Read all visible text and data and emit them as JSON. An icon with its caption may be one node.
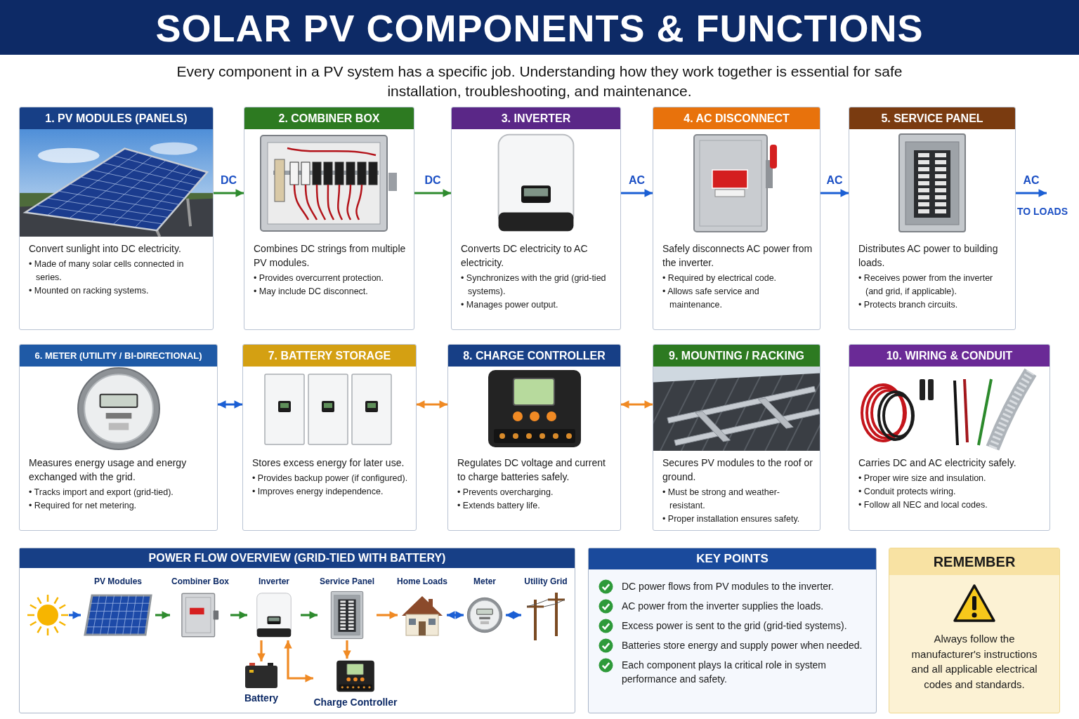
{
  "diagram": {
    "title": "SOLAR PV COMPONENTS & FUNCTIONS",
    "nodes": [
      {
        "text": [
          "1. PV MODULES (PANELS)",
          "Convert sunlight into DC electricity.",
          "• Made of many solar cells connected in series.",
          "• Mounted on racking systems."
        ]
      },
      {
        "text": [
          "2. COMBINER BOX",
          "Combines DC strings from multiple PV modules.",
          "• Provides overcurrent protection.",
          "• May include DC disconnect."
        ]
      },
      {
        "text": [
          "3. INVERTER",
          "Converts DC electricity to AC electricity.",
          "• Synchronizes with the grid (grid-tied systems).",
          "• Manages power output."
        ]
      },
      {
        "text": [
          "4. AC DISCONNECT",
          "Safely disconnects AC power from the inverter.",
          "• Required by electrical code.",
          "• Allows safe service and maintenance."
        ]
      },
      {
        "text": [
          "5. SERVICE PANEL",
          "Distributes AC power to building loads.",
          "• Receives power from the inverter (and grid, if applicable).",
          "• Protects branch circuits."
        ]
      },
      {
        "text": [
          "6. METER (UTILITY / BI-DIRECTIONAL)",
          "Measures energy usage and energy exchanged with the grid.",
          "• Tracks import and export (grid-tied).",
          "• Required for net metering."
        ]
      },
      {
        "text": [
          "7. BATTERY STORAGE",
          "Stores excess energy for later use.",
          "• Provides backup power (if configured).",
          "• Improves energy independence."
        ]
      },
      {
        "text": [
          "8. CHARGE CONTROLLER",
          "Regulates DC voltage and current to charge batteries safely.",
          "• Prevents overcharging.",
          "• Extends battery life."
        ]
      },
      {
        "text": [
          "9. MOUNTING / RACKING",
          "Secures PV modules to the roof or ground.",
          "• Must be strong and weather-resistant.",
          "• Proper installation ensures safety."
        ]
      },
      {
        "text": [
          "10. WIRING & CONDUIT",
          "Carries DC and AC electricity safely.",
          "• Proper wire size and insulation.",
          "• Conduit protects wiring.",
          "• Follow all NEC and local codes."
        ]
      },
      {
        "text": [
          "POWER FLOW OVERVIEW (GRID-TIED WITH BATTERY)"
        ]
      },
      {
        "text": [],
        "shape": "picture",
        "in": 10
      },
      {
        "text": [
          "PV Modules"
        ],
        "in": 10
      },
      {
        "text": [
          "Combiner Box"
        ],
        "in": 10
      },
      {
        "text": [
          "Inverter"
        ],
        "in": 10
      },
      {
        "text": [
          "Service Panel"
        ],
        "in": 10
      },
      {
        "text": [
          "Home Loads"
        ],
        "in": 10
      },
      {
        "text": [
          "Meter"
        ],
        "in": 10
      },
      {
        "text": [
          "Utility Grid"
        ],
        "in": 10
      },
      {
        "text": [
          "Battery"
        ],
        "in": 10
      },
      {
        "text": [
          "Charge Controller"
        ],
        "in": 10
      },
      {
        "text": [
          "KEY POINTS",
          "DC power flows from PV modules to the inverter.",
          "AC power from the inverter supplies the loads.",
          "Excess power is sent to the grid (grid-tied systems).",
          "Batteries store energy and supply power when needed.",
          "Each component plays Ia critical role in system performance and safety."
        ]
      },
      {
        "text": [
          "REMEMBER",
          "Always follow the manufacturer's instructions and all applicable electrical codes and standards."
        ]
      },
      {
        "text": [
          "TO LOADS"
        ]
      }
    ],
    "edges": [
      {
        "from": 0,
        "to": 1,
        "arrow": "to",
        "label": "DC",
        "color": "#2e8b2e"
      },
      {
        "from": 1,
        "to": 2,
        "arrow": "to",
        "label": "DC",
        "color": "#2e8b2e"
      },
      {
        "from": 2,
        "to": 3,
        "arrow": "to",
        "label": "AC"
      },
      {
        "from": 3,
        "to": 4,
        "arrow": "to",
        "label": "AC"
      },
      {
        "from": 4,
        "to": 23,
        "arrow": "to",
        "label": "AC"
      },
      {
        "from": 5,
        "to": 6,
        "arrow": "both"
      },
      {
        "from": 6,
        "to": 7,
        "arrow": "both",
        "color": "#f08a24"
      },
      {
        "from": 7,
        "to": 8,
        "arrow": "both",
        "color": "#f08a24"
      },
      {
        "from": 11,
        "to": 12,
        "arrow": "to"
      },
      {
        "from": 12,
        "to": 13,
        "arrow": "to",
        "color": "#2e8b2e"
      },
      {
        "from": 13,
        "to": 14,
        "arrow": "to",
        "color": "#2e8b2e"
      },
      {
        "from": 14,
        "to": 15,
        "arrow": "to",
        "color": "#2e8b2e"
      },
      {
        "from": 15,
        "to": 16,
        "arrow": "to",
        "color": "#f08a24"
      },
      {
        "from": 16,
        "to": 17,
        "arrow": "both"
      },
      {
        "from": 17,
        "to": 18,
        "arrow": "both"
      },
      {
        "from": 14,
        "to": 19,
        "arrow": "to",
        "color": "#f08a24"
      },
      {
        "from": 14,
        "to": 20,
        "arrow": "both",
        "color": "#f08a24"
      },
      {
        "from": 15,
        "to": 20,
        "arrow": "to",
        "color": "#f08a24"
      }
    ],
    "labels": [
      "Every component in a PV system has a specific job. Understanding how they work together is essential for safe installation, troubleshooting, and maintenance."
    ]
  }
}
